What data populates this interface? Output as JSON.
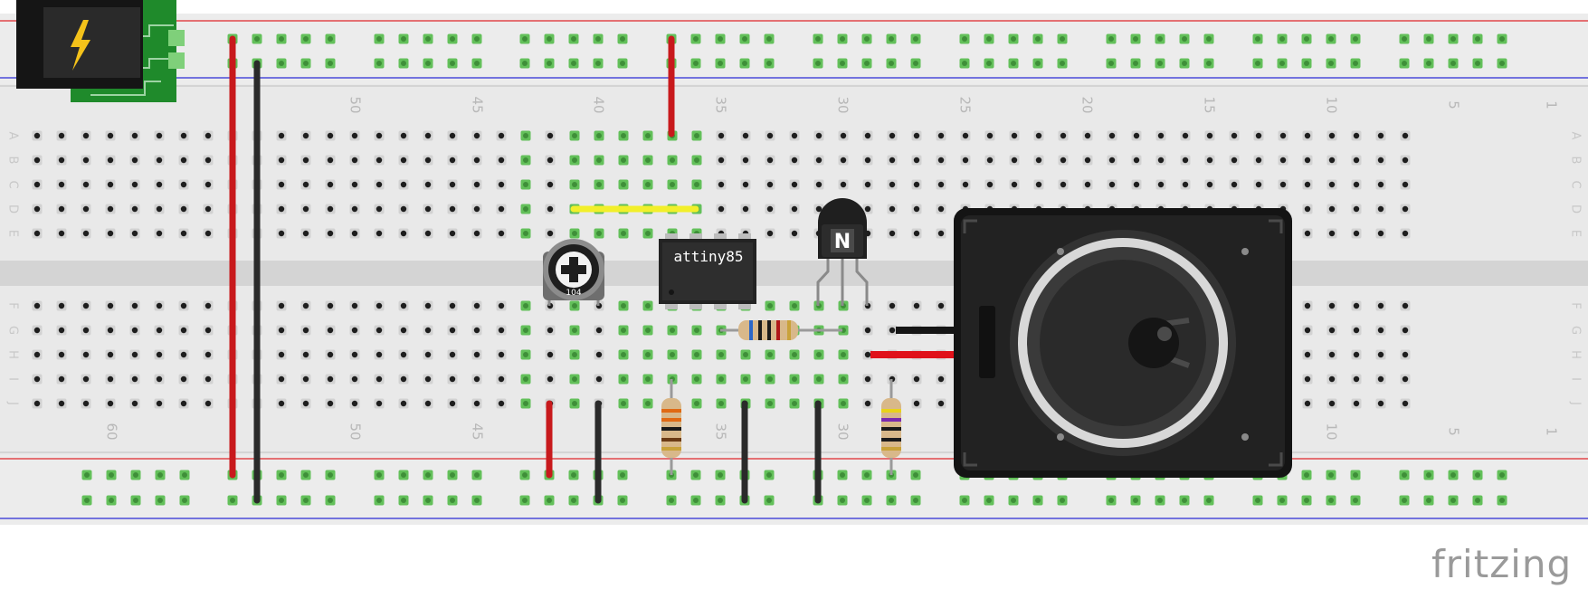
{
  "breadboard": {
    "columns_top": [
      "50",
      "45",
      "40",
      "35",
      "30",
      "25",
      "20",
      "15",
      "10",
      "5",
      "1"
    ],
    "columns_bottom": [
      "60",
      "50",
      "45",
      "35",
      "30",
      "10",
      "5",
      "1"
    ],
    "rows_top": [
      "A",
      "B",
      "C",
      "D",
      "E"
    ],
    "rows_bottom": [
      "F",
      "G",
      "H",
      "I",
      "J"
    ],
    "colors": {
      "body": "#e9e9e9",
      "center_channel": "#d4d4d4",
      "rail_red": "#e0262b",
      "rail_blue": "#2b2bd6",
      "hole": "#1e1e1e",
      "connected_hole": "#63c05a"
    }
  },
  "components": {
    "chip_label": "attiny85",
    "power_jack_icon": "lightning-bolt-icon",
    "potentiometer_label": "104",
    "transistor_label": "N"
  },
  "wires": {
    "red": "#c8191c",
    "black": "#2a2a2a",
    "yellow": "#f2ef2a"
  },
  "brand": {
    "name": "fritzing"
  }
}
